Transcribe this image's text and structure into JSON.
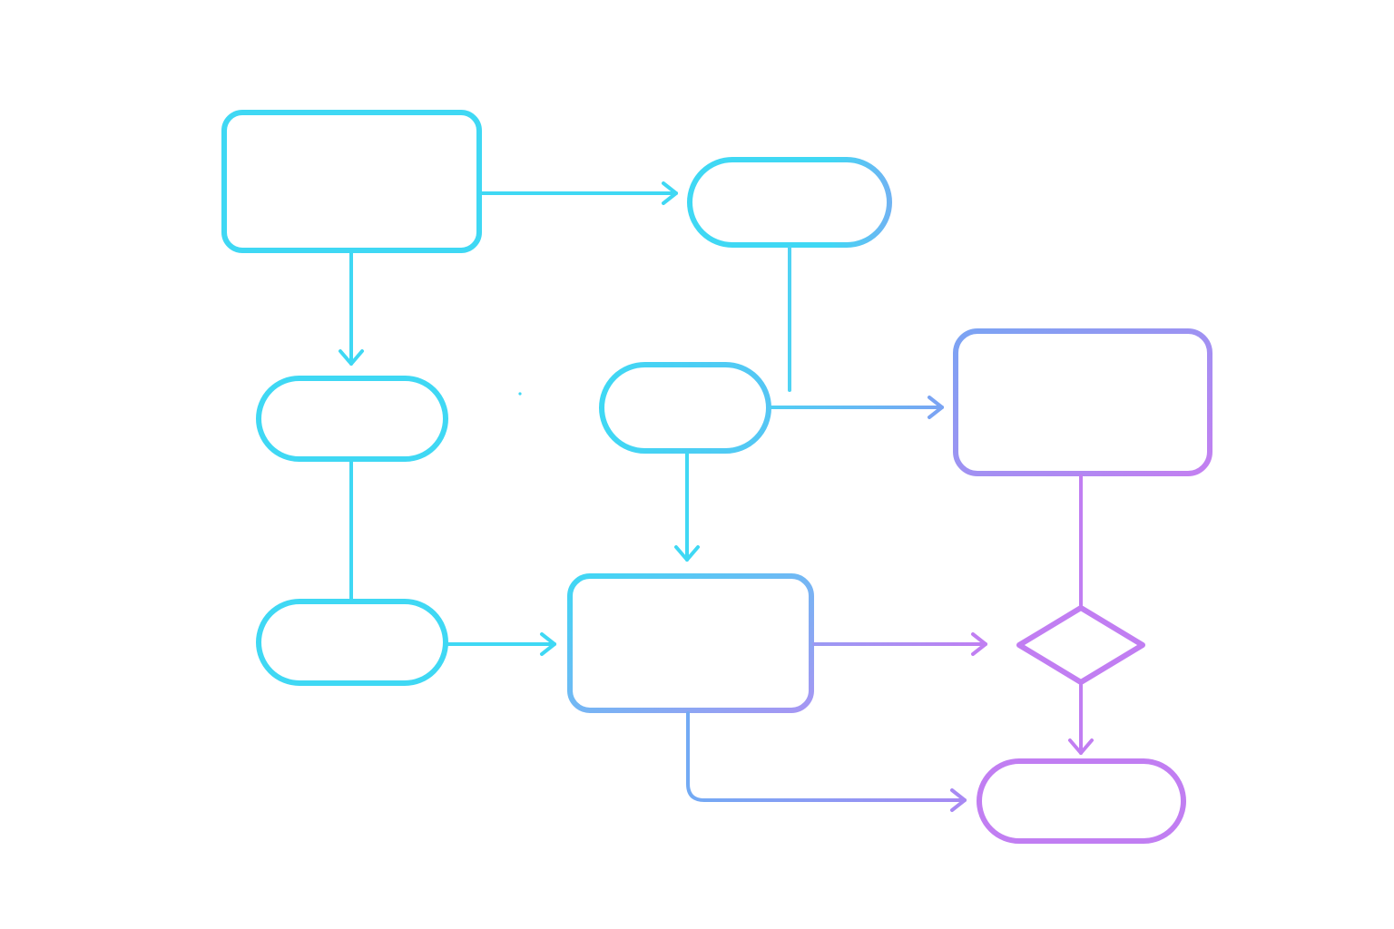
{
  "diagram": {
    "colors": {
      "cyan": "#3fd8f4",
      "blue": "#6fa6f2",
      "purple": "#c17ef2"
    },
    "nodes": [
      {
        "id": "rect-top-left",
        "shape": "rounded-rectangle",
        "label": ""
      },
      {
        "id": "pill-top-middle",
        "shape": "pill",
        "label": ""
      },
      {
        "id": "pill-middle-left",
        "shape": "pill",
        "label": ""
      },
      {
        "id": "pill-center",
        "shape": "pill",
        "label": ""
      },
      {
        "id": "rect-right",
        "shape": "rounded-rectangle",
        "label": ""
      },
      {
        "id": "pill-bottom-left",
        "shape": "pill",
        "label": ""
      },
      {
        "id": "rect-bottom-middle",
        "shape": "rounded-rectangle",
        "label": ""
      },
      {
        "id": "diamond-decision",
        "shape": "diamond",
        "label": ""
      },
      {
        "id": "pill-bottom-right",
        "shape": "pill",
        "label": ""
      }
    ],
    "edges": [
      {
        "from": "rect-top-left",
        "to": "pill-top-middle",
        "arrow": true
      },
      {
        "from": "rect-top-left",
        "to": "pill-middle-left",
        "arrow": true
      },
      {
        "from": "pill-top-middle",
        "to": "rect-right",
        "arrow": true
      },
      {
        "from": "pill-middle-left",
        "to": "pill-bottom-left",
        "arrow": false
      },
      {
        "from": "pill-center",
        "to": "rect-right",
        "arrow": true
      },
      {
        "from": "pill-center",
        "to": "rect-bottom-middle",
        "arrow": true
      },
      {
        "from": "pill-bottom-left",
        "to": "rect-bottom-middle",
        "arrow": true
      },
      {
        "from": "rect-bottom-middle",
        "to": "diamond-decision",
        "arrow": true
      },
      {
        "from": "rect-right",
        "to": "diamond-decision",
        "arrow": false
      },
      {
        "from": "diamond-decision",
        "to": "pill-bottom-right",
        "arrow": true
      },
      {
        "from": "rect-bottom-middle",
        "to": "pill-bottom-right",
        "arrow": true
      }
    ]
  }
}
